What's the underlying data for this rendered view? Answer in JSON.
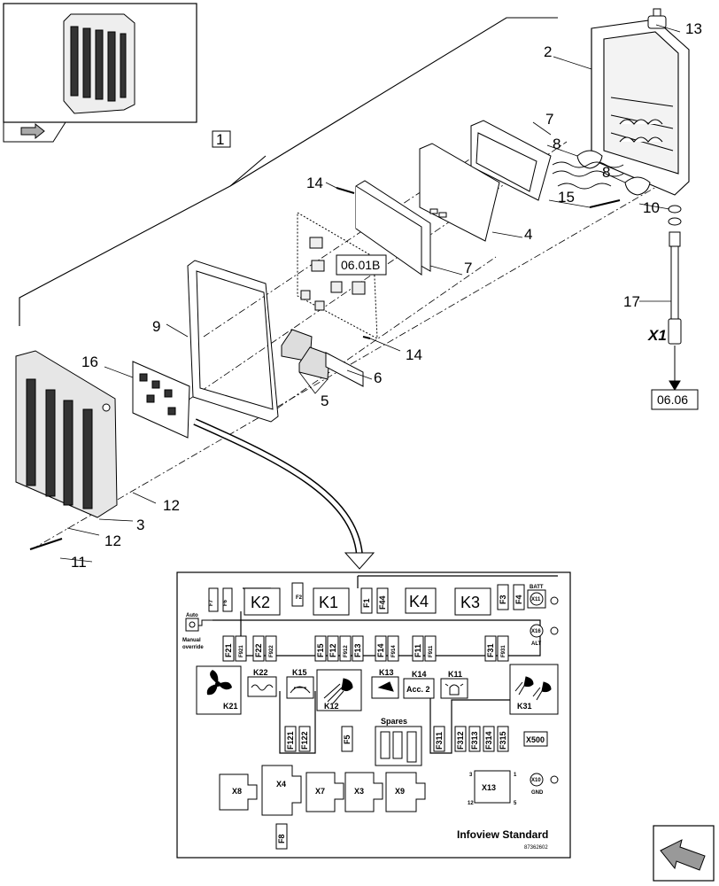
{
  "callouts": {
    "c1": "1",
    "c2": "2",
    "c3": "3",
    "c4": "4",
    "c5": "5",
    "c6": "6",
    "c7a": "7",
    "c7b": "7",
    "c8a": "8",
    "c8b": "8",
    "c9": "9",
    "c10": "10",
    "c11": "11",
    "c12a": "12",
    "c12b": "12",
    "c13": "13",
    "c14a": "14",
    "c14b": "14",
    "c15": "15",
    "c16": "16",
    "c17": "17"
  },
  "references": {
    "r1": "06.01B",
    "r2": "06.06"
  },
  "connector_label": "X1",
  "panel": {
    "relays": {
      "k1": "K1",
      "k2": "K2",
      "k3": "K3",
      "k4": "K4"
    },
    "fuses_top": {
      "f7": "F7",
      "f6": "F6",
      "f2": "F2",
      "f1": "F1",
      "f44": "F44",
      "f3": "F3",
      "f4": "F4"
    },
    "fuses_row": {
      "f21": "F21",
      "f921": "F921",
      "f22": "F22",
      "f922": "F922",
      "f15": "F15",
      "f12": "F12",
      "f912": "F912",
      "f13": "F13",
      "f14": "F14",
      "f914": "F914",
      "f11": "F11",
      "f911": "F911",
      "f31": "F31",
      "f931": "F931"
    },
    "auto": "Auto",
    "manual_override": [
      "Manual",
      "override"
    ],
    "loads": {
      "k21": "K21",
      "k22": "K22",
      "k15": "K15",
      "k12": "K12",
      "k13": "K13",
      "k14": "K14",
      "acc2": "Acc. 2",
      "k11": "K11",
      "k31": "K31"
    },
    "spares": "Spares",
    "fuses_low": {
      "f121": "F121",
      "f122": "F122",
      "f5": "F5",
      "f311": "F311",
      "f312": "F312",
      "f313": "F313",
      "f314": "F314",
      "f315": "F315",
      "f8": "F8"
    },
    "connectors": {
      "x8": "X8",
      "x4": "X4",
      "x7": "X7",
      "x3": "X3",
      "x9": "X9",
      "x13": "X13",
      "x500": "X500",
      "x11": "X11",
      "x10": "X10",
      "x16": "X16"
    },
    "terminals": {
      "batt": "BATT",
      "alt": "ALT",
      "gnd": "GND"
    },
    "pins": {
      "p1": "1",
      "p3": "3",
      "p5": "5",
      "p12": "12"
    },
    "title": "Infoview Standard",
    "part_number": "87362602"
  }
}
